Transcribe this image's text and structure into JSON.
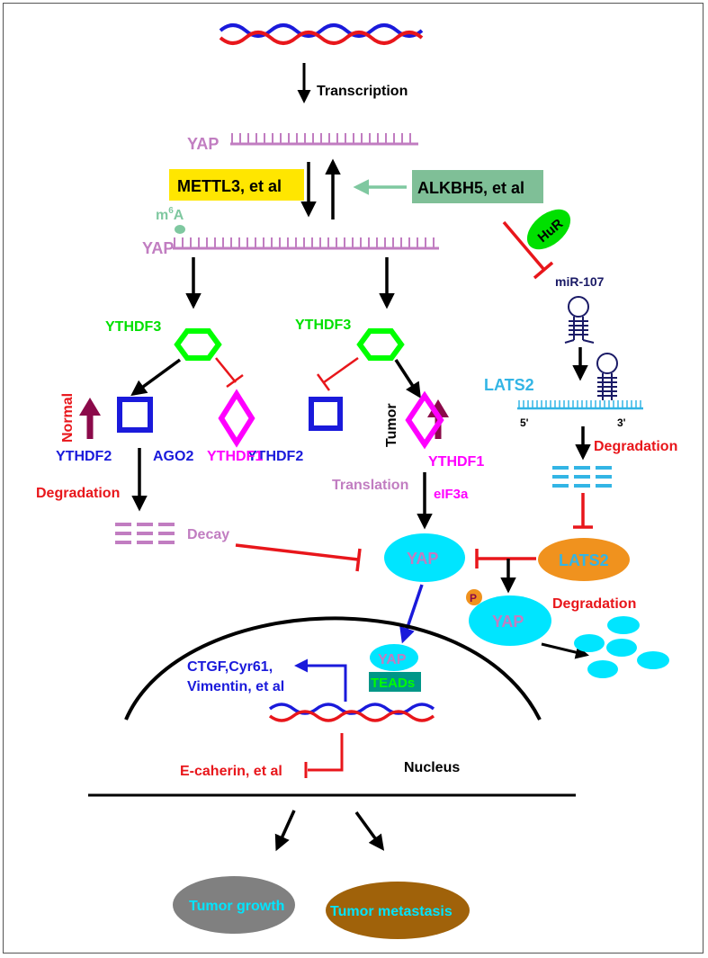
{
  "labels": {
    "transcription": "Transcription",
    "yap_mrna_top": "YAP",
    "mettl3": "METTL3, et al",
    "alkbh5": "ALKBH5, et al",
    "m6a_m": "m",
    "m6a_sup": "6",
    "m6a_a": "A",
    "yap_mrna_mid": "YAP",
    "hur": "HuR",
    "mir107": "miR-107",
    "ythdf3_left": "YTHDF3",
    "ythdf3_right": "YTHDF3",
    "normal": "Normal",
    "tumor": "Tumor",
    "ythdf2_left": "YTHDF2",
    "ago2": "AGO2",
    "ythdf1_left": "YTHDF1",
    "ythdf2_right": "YTHDF2",
    "ythdf1_right": "YTHDF1",
    "lats2_mrna": "LATS2",
    "five_prime": "5'",
    "three_prime": "3'",
    "degradation_right": "Degradation",
    "degradation_left": "Degradation",
    "translation": "Translation",
    "eif3a": "eIF3a",
    "decay": "Decay",
    "yap_protein": "YAP",
    "lats2_protein": "LATS2",
    "p": "P",
    "yap_phospho": "YAP",
    "degradation_protein": "Degradation",
    "yap_nuclear": "YAP",
    "teads": "TEADs",
    "targets_line1": "CTGF,Cyr61,",
    "targets_line2": "Vimentin, et al",
    "ecadherin": "E-caherin, et al",
    "nucleus": "Nucleus",
    "tumor_growth": "Tumor growth",
    "tumor_metastasis": "Tumor metastasis"
  },
  "colors": {
    "purple": "#c17dc1",
    "green_light": "#7fc8a0",
    "yellow": "#ffe600",
    "green_box": "#7fbf97",
    "green_bright": "#00ff00",
    "blue": "#1a1adb",
    "magenta": "#ff00ff",
    "red": "#e8161b",
    "cyan": "#00e5ff",
    "cyan_text": "#33b5e5",
    "orange": "#f0921e",
    "navy": "#1a1a66",
    "maroon": "#8b0a4a",
    "teal": "#009688",
    "gray": "#808080",
    "brown": "#a0620a"
  }
}
